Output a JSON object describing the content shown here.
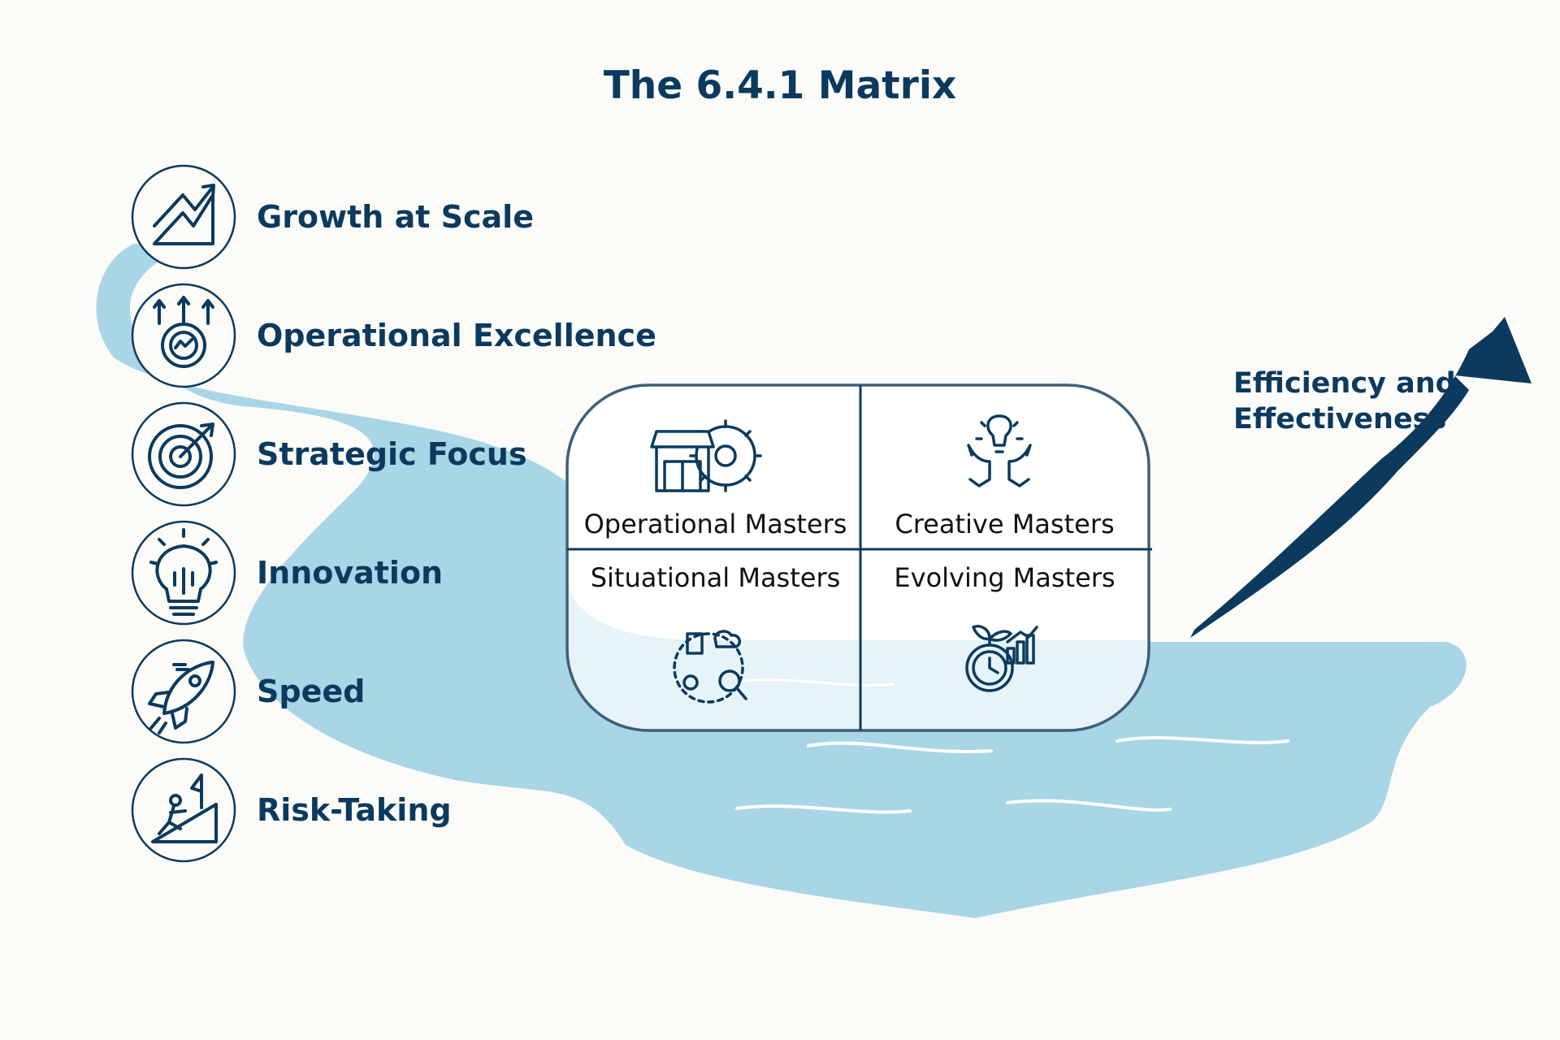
{
  "title": "The 6.4.1 Matrix",
  "traits": [
    {
      "label": "Growth at Scale",
      "icon": "growth-chart-icon"
    },
    {
      "label": "Operational Excellence",
      "icon": "gear-arrows-icon"
    },
    {
      "label": "Strategic Focus",
      "icon": "target-icon"
    },
    {
      "label": "Innovation",
      "icon": "lightbulb-icon"
    },
    {
      "label": "Speed",
      "icon": "rocket-icon"
    },
    {
      "label": "Risk-Taking",
      "icon": "climber-icon"
    }
  ],
  "matrix": {
    "top_left": {
      "label": "Operational Masters",
      "icon": "store-gear-icon"
    },
    "top_right": {
      "label": "Creative Masters",
      "icon": "hands-lightbulb-icon"
    },
    "bottom_left": {
      "label": "Situational Masters",
      "icon": "analysis-icon"
    },
    "bottom_right": {
      "label": "Evolving Masters",
      "icon": "clock-growth-icon"
    }
  },
  "arrow": {
    "line1": "Efficiency and",
    "line2": "Effectiveness"
  },
  "colors": {
    "navy": "#0b3a5e",
    "water": "#a8d6e6",
    "box_fill": "#ffffff",
    "box_water": "#e6f3f9"
  }
}
